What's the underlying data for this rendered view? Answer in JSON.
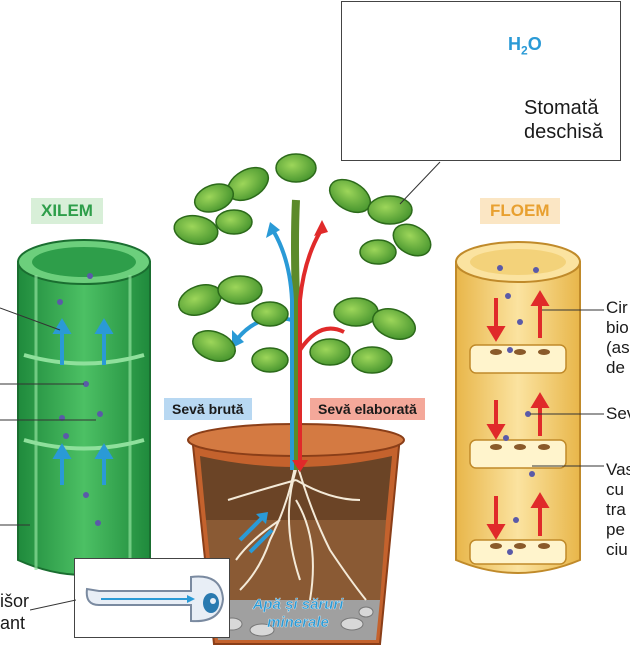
{
  "xilem": {
    "title": "XILEM"
  },
  "floem": {
    "title": "FLOEM"
  },
  "stomata": {
    "formula_h": "H",
    "formula_sub": "2",
    "formula_o": "O",
    "label_line1": "Stomată",
    "label_line2": "deschisă"
  },
  "plant": {
    "raw_sap": "Sevă brută",
    "elaborated_sap": "Sevă elaborată",
    "soil_line1": "Apă și săruri",
    "soil_line2": "minerale"
  },
  "root_hair": {
    "label_line1": "išor",
    "label_line2": "ant"
  },
  "floem_labels": {
    "group1": [
      "Cir",
      "bio",
      "(as",
      "de"
    ],
    "group2": [
      "Sev"
    ],
    "group3": [
      "Vas",
      "cu",
      "tra",
      "pe",
      "ciu"
    ]
  },
  "colors": {
    "xilem_green": "#2e9e4a",
    "floem_yellow": "#f3d27a",
    "raw_blue": "#2a9ad6",
    "elab_red": "#e02a2a",
    "pot": "#c4622d"
  }
}
